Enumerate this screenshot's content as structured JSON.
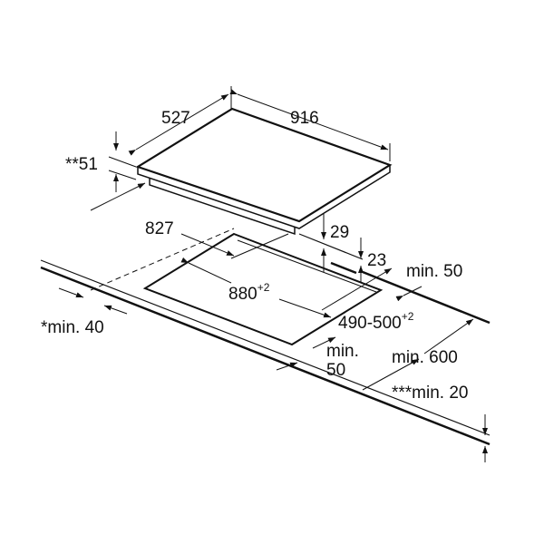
{
  "labels": {
    "depth": "527",
    "width": "916",
    "glass_height": "**51",
    "inner_width": "827",
    "height_29": "29",
    "height_23": "23",
    "back_clearance": "min. 50",
    "cutout_width": "880",
    "cutout_width_tol": "+2",
    "side_clearance": "*min. 40",
    "cutout_depth": "490-500",
    "cutout_depth_tol": "+2",
    "front_clearance_1": "min.",
    "front_clearance_2": "50",
    "worktop_depth": "min. 600",
    "worktop_thickness": "***min. 20"
  }
}
